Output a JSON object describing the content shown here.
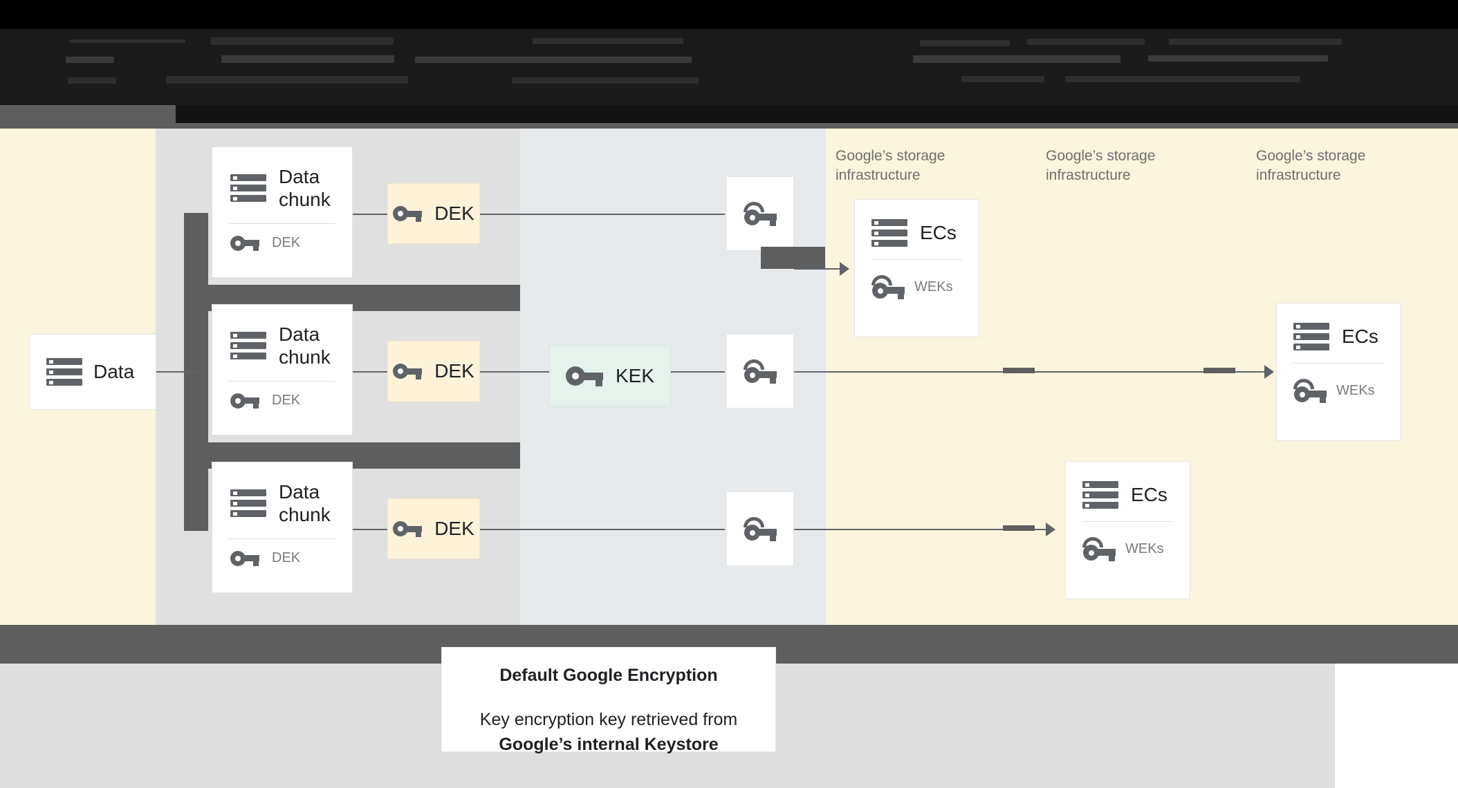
{
  "diagram": {
    "title": "Default Google Encryption data flow",
    "colors": {
      "cream": "#fbf4de",
      "bluegray": "#e6eaec",
      "gray_band": "#5e5e5e",
      "dek_fill": "#fdf3d9",
      "kek_fill": "#e6f2ec",
      "light_gray": "#e0e0e0",
      "bottom_gray": "#dedede",
      "text": "#202124",
      "muted_text": "#7a7a7a"
    },
    "header": {
      "note": "obscured dark header text, illegible in source"
    },
    "data_card": {
      "label": "Data",
      "icon": "server-stack-icon"
    },
    "chunks": [
      {
        "title_line1": "Data",
        "title_line2": "chunk",
        "key_label": "DEK",
        "icon": "server-stack-icon",
        "key_icon": "key-icon"
      },
      {
        "title_line1": "Data",
        "title_line2": "chunk",
        "key_label": "DEK",
        "icon": "server-stack-icon",
        "key_icon": "key-icon"
      },
      {
        "title_line1": "Data",
        "title_line2": "chunk",
        "key_label": "DEK",
        "icon": "server-stack-icon",
        "key_icon": "key-icon"
      }
    ],
    "dek_boxes": [
      {
        "label": "DEK",
        "icon": "key-icon"
      },
      {
        "label": "DEK",
        "icon": "key-icon"
      },
      {
        "label": "DEK",
        "icon": "key-icon"
      }
    ],
    "kek_box": {
      "label": "KEK",
      "icon": "key-icon"
    },
    "wrapped_key_tiles": [
      {
        "icon": "wrapped-key-icon"
      },
      {
        "icon": "wrapped-key-icon"
      },
      {
        "icon": "wrapped-key-icon"
      }
    ],
    "infra_labels": [
      "Google’s storage infrastructure",
      "Google’s storage infrastructure",
      "Google’s storage infrastructure"
    ],
    "ec_cards": [
      {
        "title": "ECs",
        "key_label": "WEKs",
        "icon": "server-stack-icon",
        "key_icon": "wrapped-key-icon"
      },
      {
        "title": "ECs",
        "key_label": "WEKs",
        "icon": "server-stack-icon",
        "key_icon": "wrapped-key-icon"
      },
      {
        "title": "ECs",
        "key_label": "WEKs",
        "icon": "server-stack-icon",
        "key_icon": "wrapped-key-icon"
      }
    ],
    "caption": {
      "title": "Default Google Encryption",
      "body_line1": "Key encryption key retrieved from",
      "body_line2": "Google’s internal Keystore"
    }
  }
}
